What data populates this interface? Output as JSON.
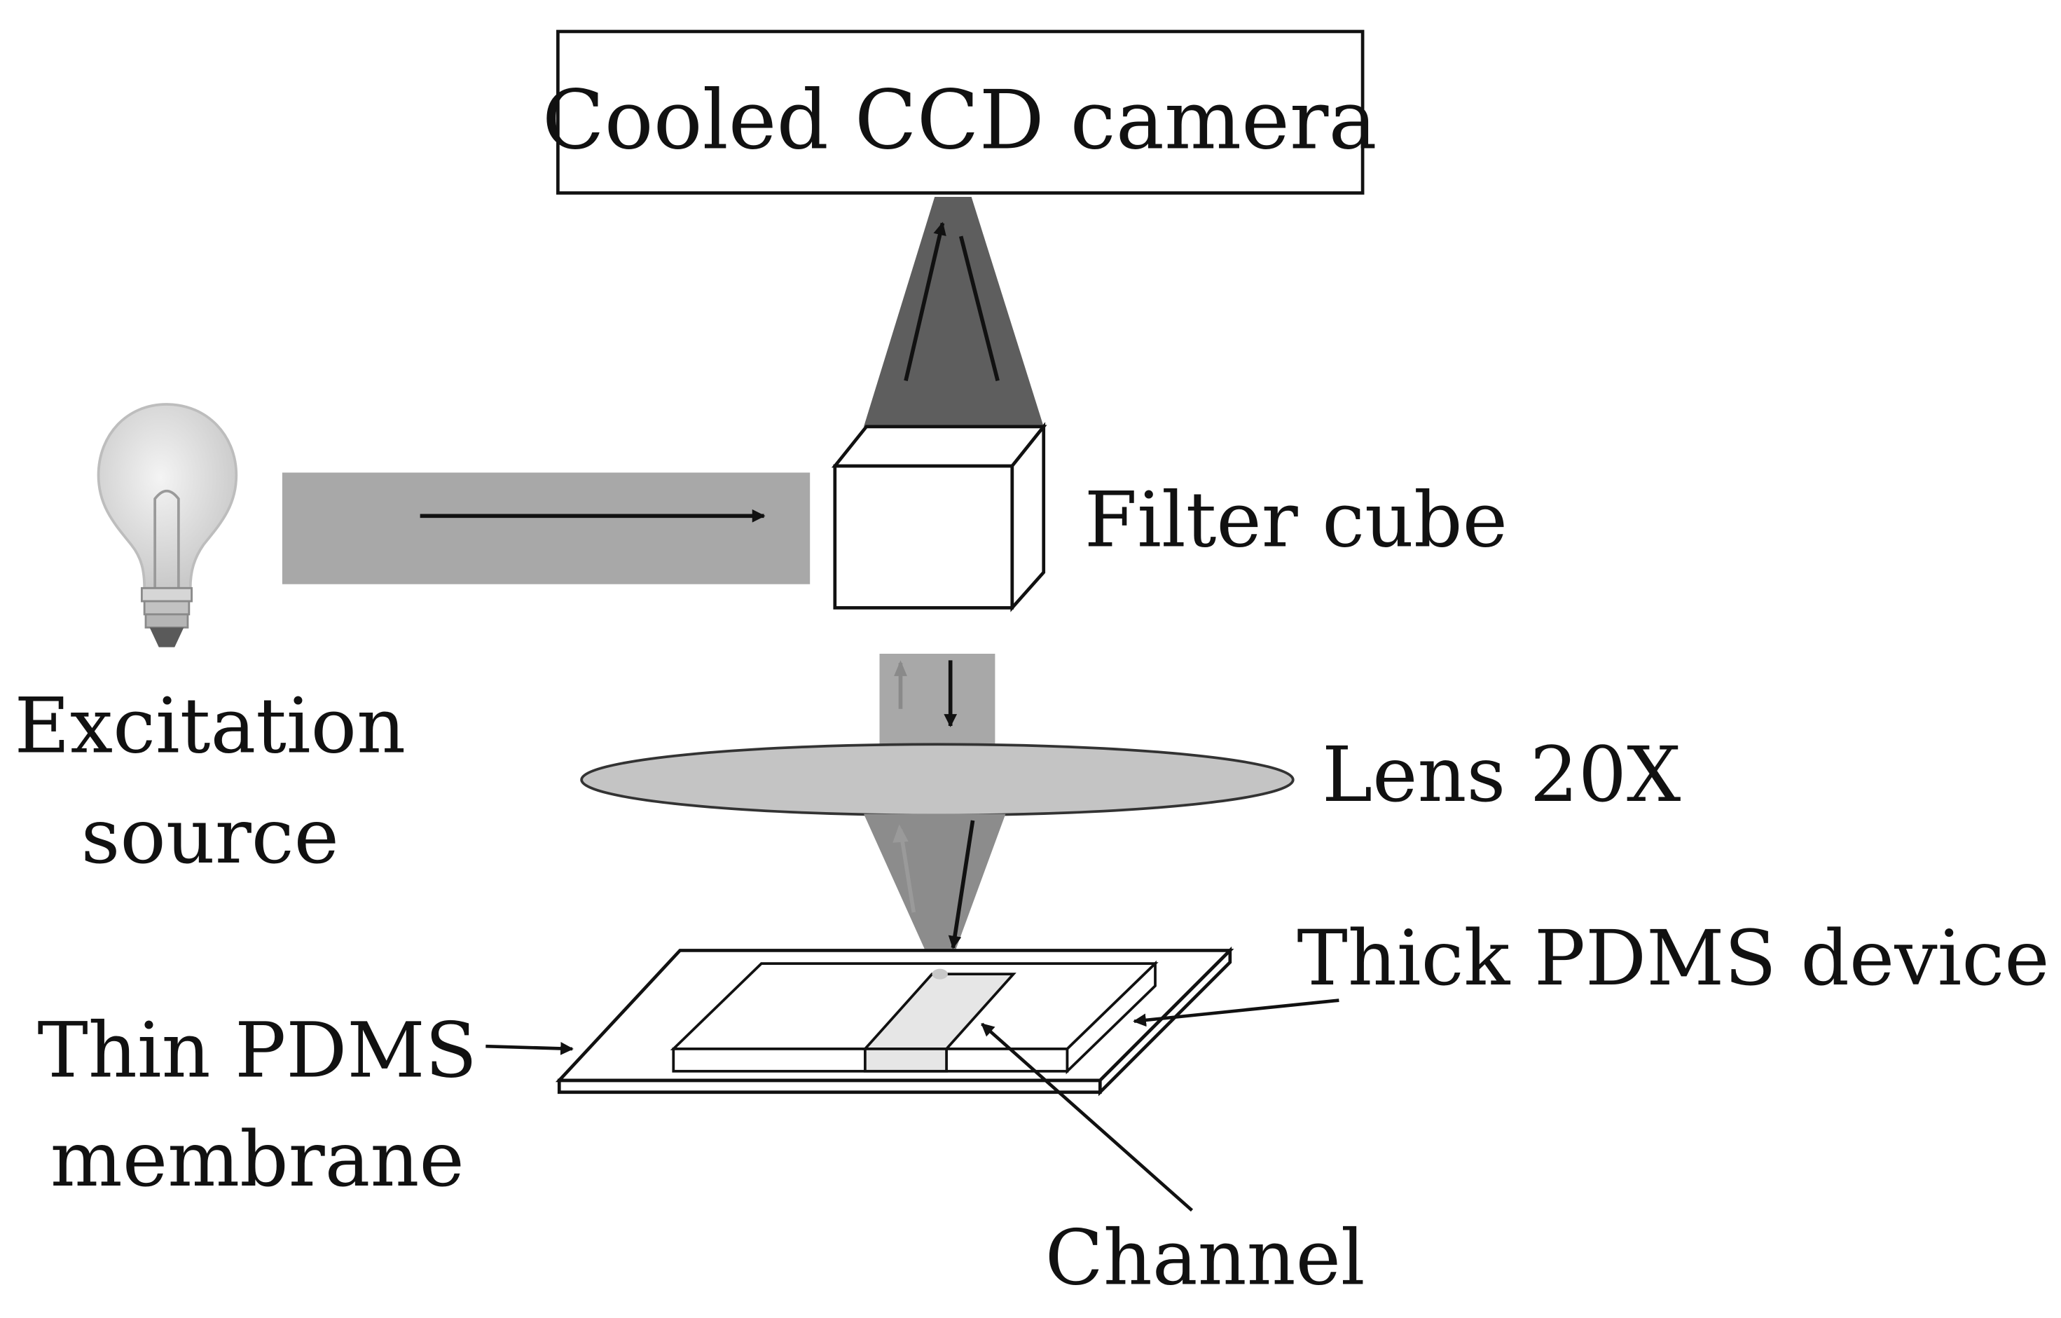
{
  "labels": {
    "camera": "Cooled CCD camera",
    "filter_cube": "Filter cube",
    "excitation_line1": "Excitation",
    "excitation_line2": "source",
    "lens": "Lens 20X",
    "thick_pdms": "Thick PDMS device",
    "thin_pdms_line1": "Thin PDMS",
    "thin_pdms_line2": "membrane",
    "channel": "Channel"
  },
  "icons": {
    "light_source": "light-bulb-icon"
  },
  "colors": {
    "beam_light": "#a8a8a8",
    "beam_dark": "#5e5e5e",
    "lens_fill": "#c4c4c4",
    "outline": "#111111",
    "background": "#ffffff"
  }
}
